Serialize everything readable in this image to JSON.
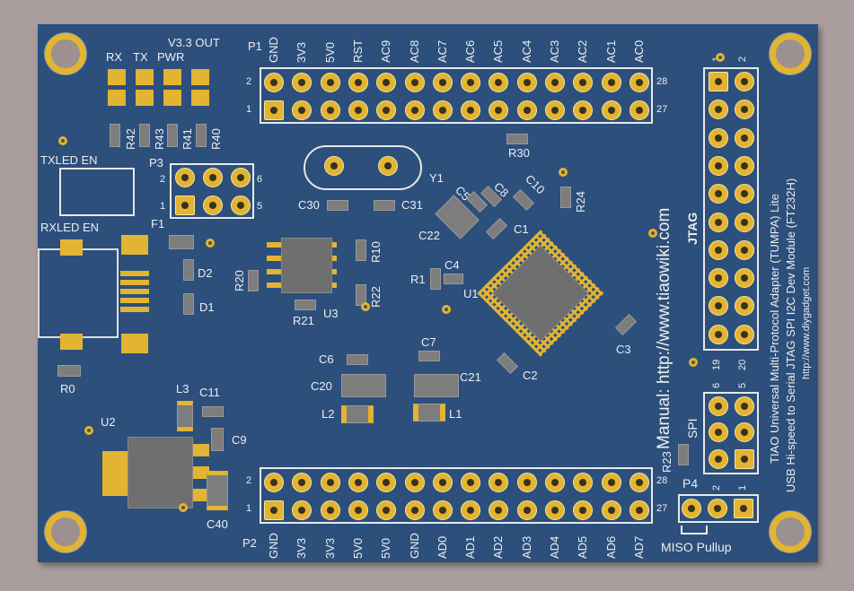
{
  "board": {
    "colors": {
      "pcb": "#2c4f7c",
      "gold": "#e2b431",
      "silk": "#eeeeee",
      "background": "#a99d9d"
    },
    "top_header": {
      "name": "P1",
      "row_labels": [
        "2",
        "1"
      ],
      "end_labels": [
        "28",
        "27"
      ],
      "pins": [
        "GND",
        "3V3",
        "5V0",
        "RST",
        "AC9",
        "AC8",
        "AC7",
        "AC6",
        "AC5",
        "AC4",
        "AC3",
        "AC2",
        "AC1",
        "AC0"
      ]
    },
    "bottom_header": {
      "name": "P2",
      "row_labels": [
        "2",
        "1"
      ],
      "end_labels": [
        "28",
        "27"
      ],
      "pins": [
        "GND",
        "3V3",
        "3V3",
        "5V0",
        "5V0",
        "GND",
        "AD0",
        "AD1",
        "AD2",
        "AD3",
        "AD4",
        "AD5",
        "AD6",
        "AD7"
      ]
    },
    "jtag": {
      "label": "JTAG",
      "top_nums": [
        "1",
        "2"
      ],
      "bottom_nums": [
        "19",
        "20"
      ]
    },
    "spi": {
      "label": "SPI",
      "top_nums": [
        "6",
        "5"
      ],
      "bottom_nums": [
        "2",
        "1"
      ]
    },
    "p4": {
      "label": "P4",
      "caption": "MISO Pullup"
    },
    "p3": {
      "label": "P3",
      "nums": [
        "2",
        "1",
        "6",
        "5"
      ]
    },
    "leds": {
      "v33": "V3.3 OUT",
      "rx": "RX",
      "tx": "TX",
      "pwr": "PWR"
    },
    "jumpers": {
      "txled": "TXLED EN",
      "rxled": "RXLED EN"
    },
    "components": {
      "R42": "R42",
      "R43": "R43",
      "R41": "R41",
      "R40": "R40",
      "F1": "F1",
      "Y1": "Y1",
      "C30": "C30",
      "C31": "C31",
      "C5": "C5",
      "C8": "C8",
      "C10": "C10",
      "R24": "R24",
      "R30": "R30",
      "C22": "C22",
      "C1": "C1",
      "C4": "C4",
      "R1": "R1",
      "U1": "U1",
      "R10": "R10",
      "R20": "R20",
      "R22": "R22",
      "R21": "R21",
      "U3": "U3",
      "D2": "D2",
      "D1": "D1",
      "R0": "R0",
      "C3": "C3",
      "C2": "C2",
      "C6": "C6",
      "C7": "C7",
      "C20": "C20",
      "C21": "C21",
      "L2": "L2",
      "L1": "L1",
      "L3": "L3",
      "C11": "C11",
      "C9": "C9",
      "U2": "U2",
      "C40": "C40",
      "R23": "R23"
    },
    "manual": "Manual: http://www.tiaowiki.com",
    "title_lines": [
      "TIAO Universal Multi-Protocol Adapter (TUMPA) Lite",
      "USB Hi-speed to Serial JTAG SPI I2C Dev Module (FT232H)",
      "http://www.diygadget.com"
    ]
  }
}
